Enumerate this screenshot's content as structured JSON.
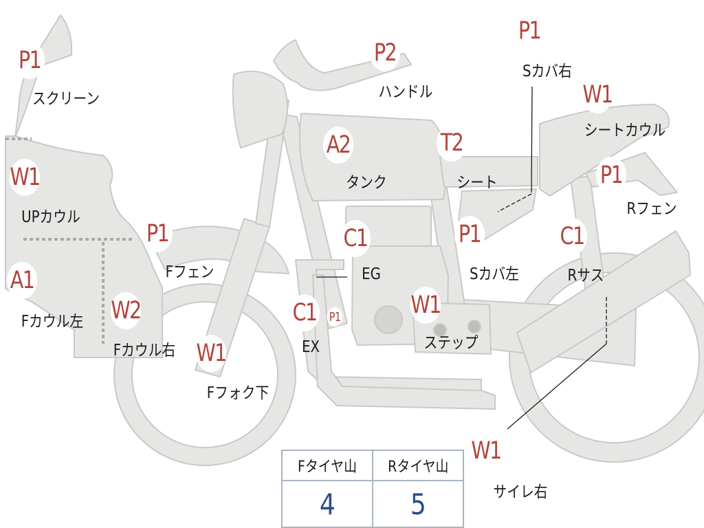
{
  "parts": [
    {
      "id": "screen",
      "code": "P1",
      "label": "スクリーン"
    },
    {
      "id": "up-cowl",
      "code": "W1",
      "label": "UPカウル"
    },
    {
      "id": "f-cowl-left",
      "code": "A1",
      "label": "Fカウル左"
    },
    {
      "id": "f-cowl-right",
      "code": "W2",
      "label": "Fカウル右"
    },
    {
      "id": "f-fender",
      "code": "P1",
      "label": "Fフェン"
    },
    {
      "id": "f-fork-lower",
      "code": "W1",
      "label": "Fフォク下"
    },
    {
      "id": "handle",
      "code": "P2",
      "label": "ハンドル"
    },
    {
      "id": "tank",
      "code": "A2",
      "label": "タンク"
    },
    {
      "id": "seat",
      "code": "T2",
      "label": "シート"
    },
    {
      "id": "engine",
      "code": "C1",
      "label": "EG"
    },
    {
      "id": "exhaust",
      "code": "C1",
      "sub_code": "P1",
      "label": "EX"
    },
    {
      "id": "step",
      "code": "W1",
      "label": "ステップ"
    },
    {
      "id": "side-cover-left",
      "code": "P1",
      "label": "Sカバ左"
    },
    {
      "id": "side-cover-right",
      "code": "P1",
      "label": "Sカバ右"
    },
    {
      "id": "seat-cowl",
      "code": "W1",
      "label": "シートカウル"
    },
    {
      "id": "r-fender",
      "code": "P1",
      "label": "Rフェン"
    },
    {
      "id": "r-suspension",
      "code": "C1",
      "label": "Rサス"
    },
    {
      "id": "silencer-right",
      "code": "W1",
      "label": "サイレ右"
    }
  ],
  "tire_table": {
    "headers": [
      "Fタイヤ山",
      "Rタイヤ山"
    ],
    "values": [
      "4",
      "5"
    ]
  },
  "colors": {
    "part_fill": "#e6e6e4",
    "part_stroke": "#c9c9c7",
    "grade_text": "#b0453e",
    "value_text": "#2d4d8c",
    "table_border": "#aab4c2"
  }
}
